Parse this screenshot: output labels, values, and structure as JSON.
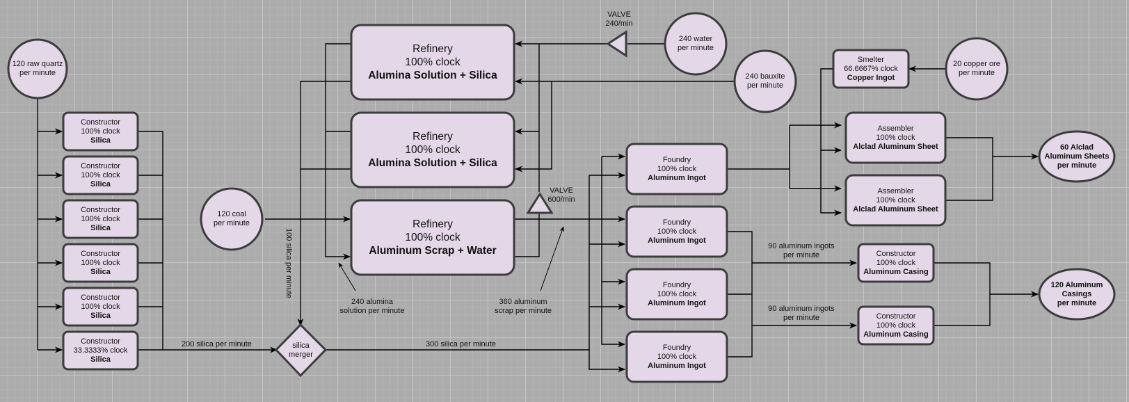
{
  "colors": {
    "node_fill": "#e4d8e8",
    "node_stroke": "#3c3c3c",
    "edge": "#000000",
    "background": "#acacac"
  },
  "sources": {
    "raw_quartz": {
      "line1": "120 raw quartz",
      "line2": "per minute"
    },
    "coal": {
      "line1": "120 coal",
      "line2": "per minute"
    },
    "water": {
      "line1": "240 water",
      "line2": "per minute"
    },
    "bauxite": {
      "line1": "240 bauxite",
      "line2": "per minute"
    },
    "copper_ore": {
      "line1": "20 copper ore",
      "line2": "per minute"
    }
  },
  "constructors_silica": [
    {
      "machine": "Constructor",
      "clock": "100% clock",
      "recipe": "Silica"
    },
    {
      "machine": "Constructor",
      "clock": "100% clock",
      "recipe": "Silica"
    },
    {
      "machine": "Constructor",
      "clock": "100% clock",
      "recipe": "Silica"
    },
    {
      "machine": "Constructor",
      "clock": "100% clock",
      "recipe": "Silica"
    },
    {
      "machine": "Constructor",
      "clock": "100% clock",
      "recipe": "Silica"
    },
    {
      "machine": "Constructor",
      "clock": "33.3333% clock",
      "recipe": "Silica"
    }
  ],
  "refineries": [
    {
      "machine": "Refinery",
      "clock": "100% clock",
      "recipe": "Alumina Solution + Silica"
    },
    {
      "machine": "Refinery",
      "clock": "100% clock",
      "recipe": "Alumina Solution + Silica"
    },
    {
      "machine": "Refinery",
      "clock": "100% clock",
      "recipe": "Aluminum Scrap + Water"
    }
  ],
  "merger": {
    "line1": "silica",
    "line2": "merger"
  },
  "valves": [
    {
      "line1": "VALVE",
      "line2": "240/min"
    },
    {
      "line1": "VALVE",
      "line2": "600/min"
    }
  ],
  "foundries": [
    {
      "machine": "Foundry",
      "clock": "100% clock",
      "recipe": "Aluminum Ingot"
    },
    {
      "machine": "Foundry",
      "clock": "100% clock",
      "recipe": "Aluminum Ingot"
    },
    {
      "machine": "Foundry",
      "clock": "100% clock",
      "recipe": "Aluminum Ingot"
    },
    {
      "machine": "Foundry",
      "clock": "100% clock",
      "recipe": "Aluminum Ingot"
    }
  ],
  "smelter": {
    "machine": "Smelter",
    "clock": "66.6667% clock",
    "recipe": "Copper Ingot"
  },
  "assemblers": [
    {
      "machine": "Assembler",
      "clock": "100% clock",
      "recipe": "Alclad Aluminum Sheet"
    },
    {
      "machine": "Assembler",
      "clock": "100% clock",
      "recipe": "Alclad Aluminum Sheet"
    }
  ],
  "casing_constructors": [
    {
      "machine": "Constructor",
      "clock": "100% clock",
      "recipe": "Aluminum Casing"
    },
    {
      "machine": "Constructor",
      "clock": "100% clock",
      "recipe": "Aluminum Casing"
    }
  ],
  "outputs": {
    "alclad": {
      "line1": "60 Alclad",
      "line2": "Aluminum Sheets",
      "line3": "per minute"
    },
    "casings": {
      "line1": "120 Aluminum",
      "line2": "Casings",
      "line3": "per minute"
    }
  },
  "edge_labels": {
    "silica_200": "200 silica per minute",
    "silica_300": "300 silica per minute",
    "silica_100": "100 silica per minute",
    "alumina_240": {
      "line1": "240 alumina",
      "line2": "solution per minute"
    },
    "scrap_360": {
      "line1": "360 aluminum",
      "line2": "scrap per minute"
    },
    "ingots_90_a": {
      "line1": "90 aluminum ingots",
      "line2": "per minute"
    },
    "ingots_90_b": {
      "line1": "90 aluminum ingots",
      "line2": "per minute"
    }
  }
}
